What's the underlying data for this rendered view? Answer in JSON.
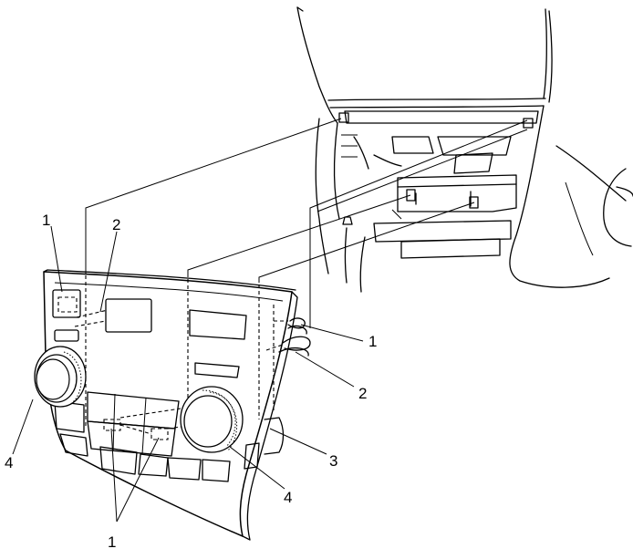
{
  "callouts": {
    "c1_upper_left": "1",
    "c2_upper_left": "2",
    "c4_left": "4",
    "c1_bottom": "1",
    "c1_right": "1",
    "c2_right": "2",
    "c3_right": "3",
    "c4_right": "4"
  }
}
